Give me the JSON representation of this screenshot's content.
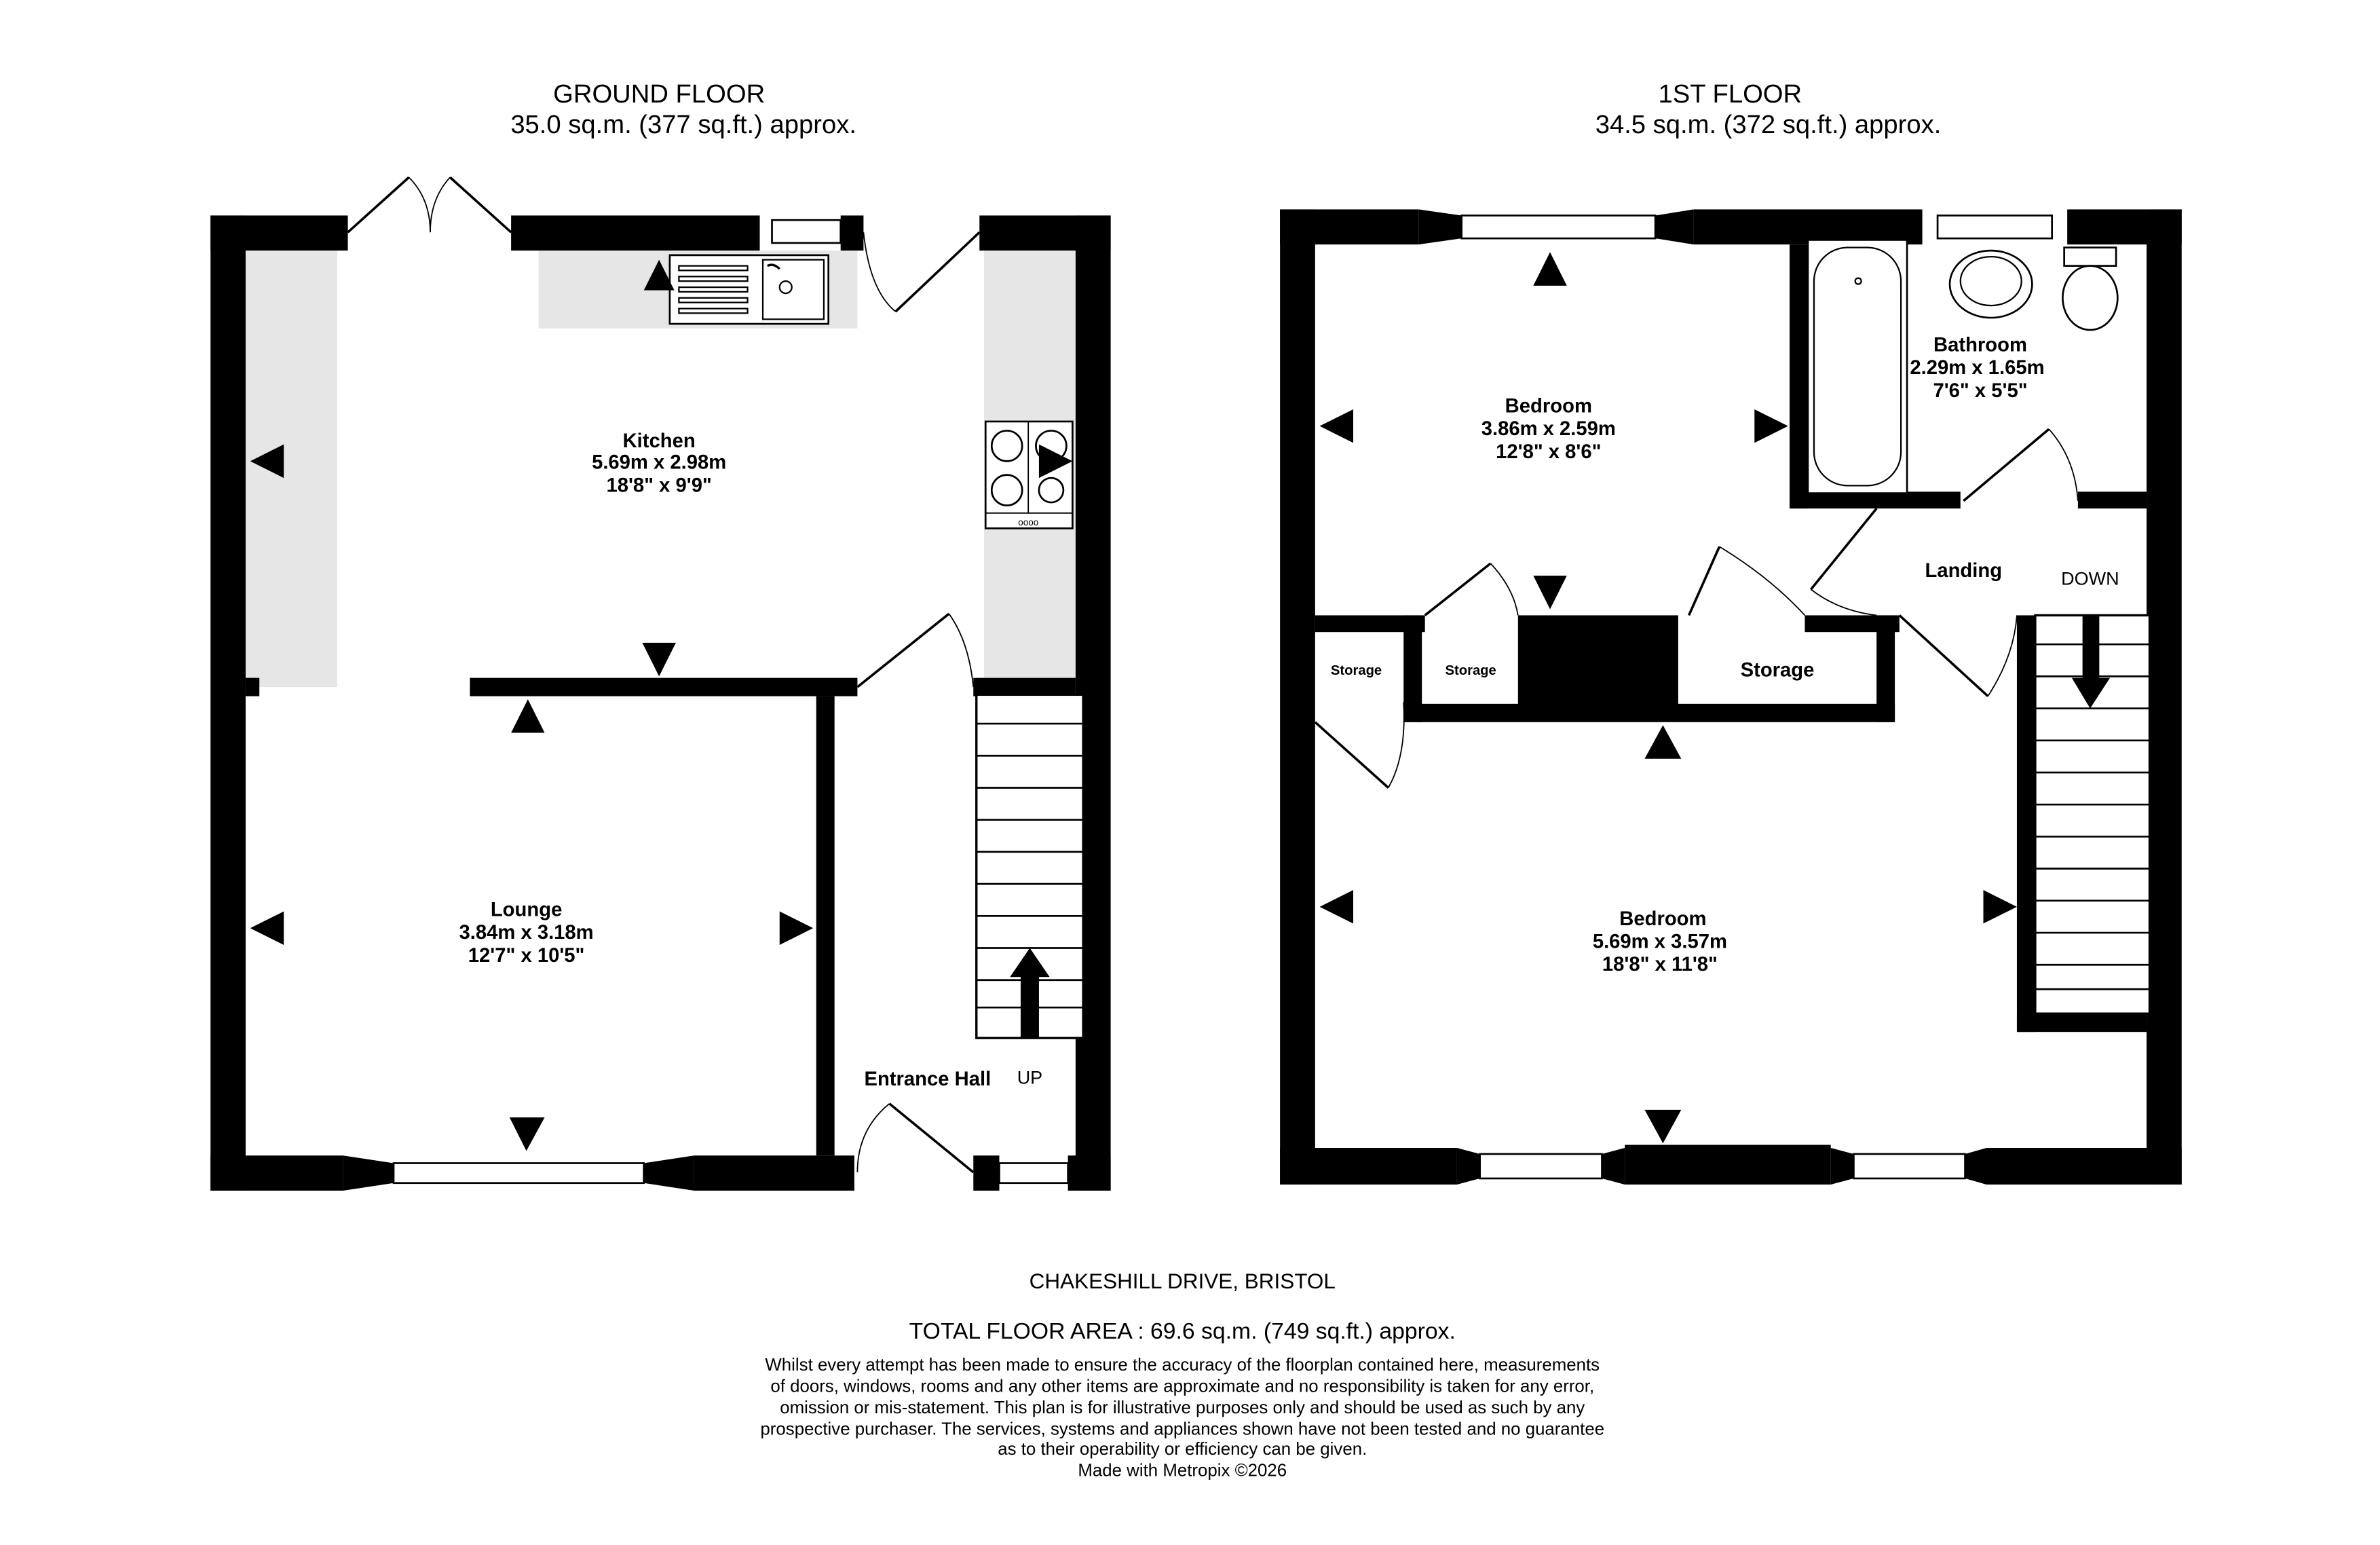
{
  "ground_floor": {
    "title": "GROUND FLOOR",
    "area": "35.0 sq.m. (377 sq.ft.) approx.",
    "rooms": {
      "kitchen": {
        "name": "Kitchen",
        "metric": "5.69m  x 2.98m",
        "imperial": "18'8\"  x 9'9\""
      },
      "lounge": {
        "name": "Lounge",
        "metric": "3.84m  x 3.18m",
        "imperial": "12'7\"  x 10'5\""
      },
      "hall": {
        "name": "Entrance Hall"
      }
    },
    "stairs_label": "UP"
  },
  "first_floor": {
    "title": "1ST FLOOR",
    "area": "34.5 sq.m. (372 sq.ft.) approx.",
    "rooms": {
      "bedroom1": {
        "name": "Bedroom",
        "metric": "3.86m  x 2.59m",
        "imperial": "12'8\"  x 8'6\""
      },
      "bathroom": {
        "name": "Bathroom",
        "metric": "2.29m  x 1.65m",
        "imperial": "7'6\"  x 5'5\""
      },
      "landing": {
        "name": "Landing"
      },
      "storage1": {
        "name": "Storage"
      },
      "storage2": {
        "name": "Storage"
      },
      "storage3": {
        "name": "Storage"
      },
      "bedroom2": {
        "name": "Bedroom",
        "metric": "5.69m  x 3.57m",
        "imperial": "18'8\"  x 11'8\""
      }
    },
    "stairs_label": "DOWN"
  },
  "footer": {
    "address": "CHAKESHILL DRIVE, BRISTOL",
    "total": "TOTAL FLOOR AREA : 69.6 sq.m. (749 sq.ft.) approx.",
    "disclaimer": [
      "Whilst every attempt has been made to ensure the accuracy of the floorplan contained here, measurements",
      "of doors, windows, rooms and any other items are approximate and no responsibility is taken for any error,",
      "omission or mis-statement. This plan is for illustrative purposes only and should be used as such by any",
      "prospective purchaser. The services, systems and appliances shown have not been tested and no guarantee",
      "as to their operability or efficiency can be given."
    ],
    "credit": "Made with Metropix ©2026"
  }
}
